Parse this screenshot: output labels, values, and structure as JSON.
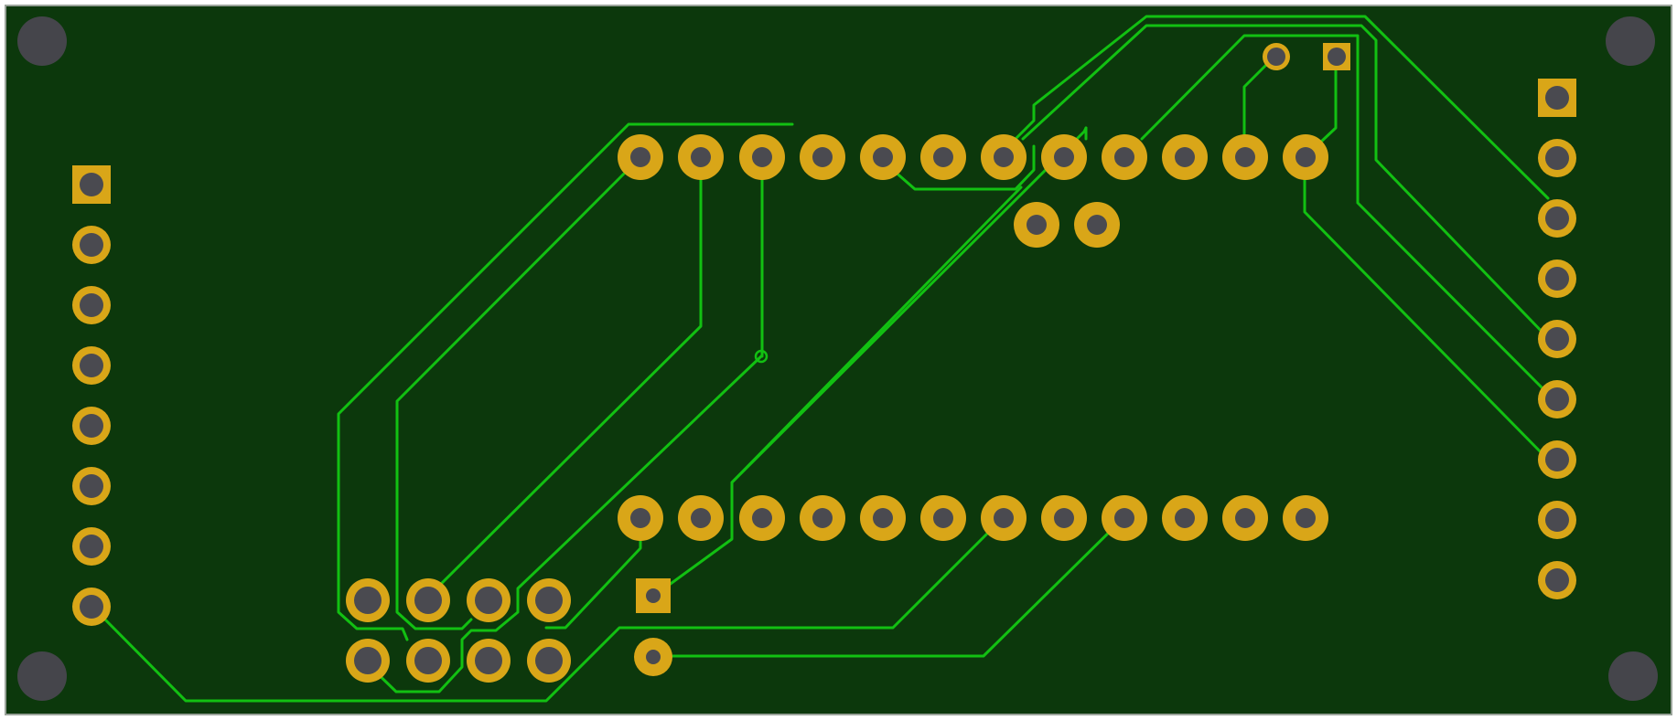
{
  "colors": {
    "frame": "#ffffff",
    "outline": "#9aa39a",
    "board": "#0c380c",
    "trace": "#12c012",
    "pad": "#d9a618",
    "hole": "#4a4a50",
    "mount_hole": "#45454b"
  },
  "layers": [
    "board-outline",
    "mounting-holes",
    "traces",
    "pads"
  ]
}
